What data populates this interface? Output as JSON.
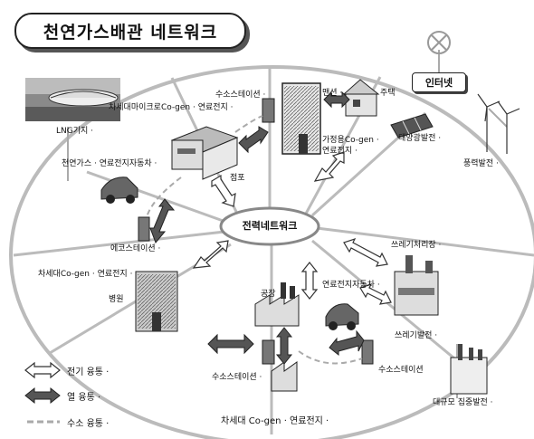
{
  "title": "천연가스배관 네트워크",
  "center_node": "전력네트워크",
  "internet": "인터넷",
  "labels": {
    "lng": "LNG기지 ·",
    "hydrogen_station_top": "수소스테이션 ·",
    "apartment": "맨션 ·",
    "house": "주택",
    "micro_cogen": "차세대마이크로Co-gen · 연료전지 ·",
    "home_cogen_1": "가정용Co-gen ·",
    "home_cogen_2": "연료전지 ·",
    "solar": "태양광발전 ·",
    "ng_fuelcell_car": "천연가스 · 연료전지자동차 ·",
    "wind": "풍력발전 ·",
    "store": "점포",
    "eco_station": "에코스테이션 ·",
    "hospital_cogen": "차세대Co-gen · 연료전지 ·",
    "hospital": "병원",
    "waste_facility": "쓰레기처리장 ·",
    "factory": "공장",
    "fuelcell_car": "연료전지자동차 ·",
    "waste_power": "쓰레기발전 ·",
    "hydrogen_station_bottom": "수소스테이션 ·",
    "hydrogen_station_right": "수소스테이션",
    "large_power": "대규모 집중발전 ·",
    "bottom_caption": "차세대 Co-gen · 연료전지 ·"
  },
  "legend": {
    "electricity": "전기 융통 ·",
    "heat": "열 융통 ·",
    "hydrogen": "수소 융통 ·"
  }
}
